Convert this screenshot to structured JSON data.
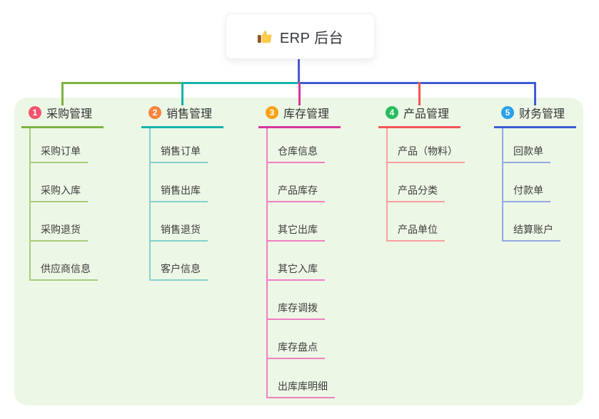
{
  "root": {
    "label": "ERP 后台",
    "icon": "thumbs-up"
  },
  "canvas": {
    "background": "#FFFFFF",
    "panel_background": "#EDF7E6",
    "stem_color": "#4A5AD8"
  },
  "branches": [
    {
      "index": "1",
      "title": "采购管理",
      "badge_color": "#F2536D",
      "line_color": "#7CB342",
      "light_color": "#A5CD7D",
      "children": [
        "采购订单",
        "采购入库",
        "采购退货",
        "供应商信息"
      ]
    },
    {
      "index": "2",
      "title": "销售管理",
      "badge_color": "#F8853E",
      "line_color": "#17B3AC",
      "light_color": "#82D2CD",
      "children": [
        "销售订单",
        "销售出库",
        "销售退货",
        "客户信息"
      ]
    },
    {
      "index": "3",
      "title": "库存管理",
      "badge_color": "#F9A11B",
      "line_color": "#D6369E",
      "light_color": "#F07EC3",
      "children": [
        "仓库信息",
        "产品库存",
        "其它出库",
        "其它入库",
        "库存调拨",
        "库存盘点",
        "出库库明细"
      ]
    },
    {
      "index": "4",
      "title": "产品管理",
      "badge_color": "#27BE5F",
      "line_color": "#F65455",
      "light_color": "#FA9FA0",
      "children": [
        "产品（物料）",
        "产品分类",
        "产品单位"
      ]
    },
    {
      "index": "5",
      "title": "财务管理",
      "badge_color": "#27A2E8",
      "line_color": "#3E5BD5",
      "light_color": "#93A8E0",
      "children": [
        "回款单",
        "付款单",
        "结算账户"
      ]
    }
  ]
}
